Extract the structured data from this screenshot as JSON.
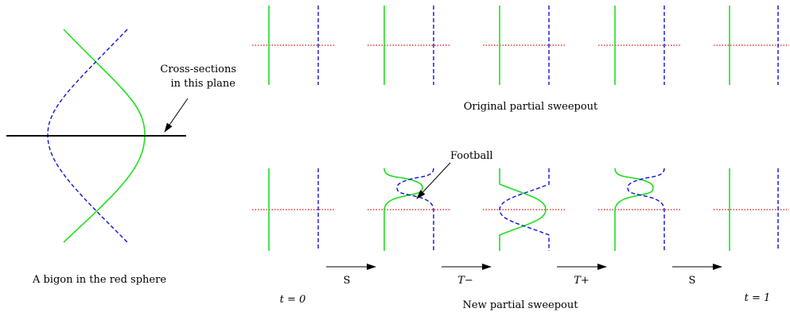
{
  "labels": {
    "cross_sections_line1": "Cross-sections",
    "cross_sections_line2": "in this plane",
    "bigon_caption": "A bigon in the red sphere",
    "original_caption": "Original partial sweepout",
    "football": "Football",
    "new_caption": "New partial sweepout",
    "t0": "t = 0",
    "t1": "t = 1",
    "arrow_s1": "S",
    "arrow_tminus": "T−",
    "arrow_tplus": "T+",
    "arrow_s2": "S"
  },
  "colors": {
    "green_curve": "#1ee01e",
    "blue_dashed": "#1010d8",
    "red_dotted": "#e01010"
  }
}
